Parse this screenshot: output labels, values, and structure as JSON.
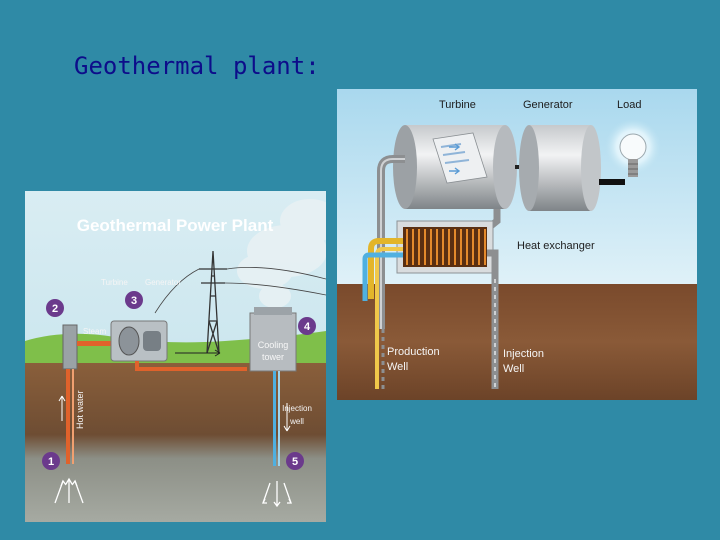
{
  "slide": {
    "title": "Geothermal plant:"
  },
  "left_diagram": {
    "title": "Geothermal Power Plant",
    "labels": {
      "turbine": "Turbine",
      "generator": "Generator",
      "steam": "Steam",
      "cooling_tower_1": "Cooling",
      "cooling_tower_2": "tower",
      "hot_water": "Hot water",
      "injection_well_1": "Injection",
      "injection_well_2": "well"
    },
    "steps": [
      "1",
      "2",
      "3",
      "4",
      "5"
    ]
  },
  "right_diagram": {
    "labels": {
      "turbine": "Turbine",
      "generator": "Generator",
      "load": "Load",
      "heat_exchanger": "Heat exchanger",
      "production_well_1": "Production",
      "production_well_2": "Well",
      "injection_well_1": "Injection",
      "injection_well_2": "Well"
    }
  },
  "colors": {
    "background": "#2f8aa6",
    "title": "#0d0d8a",
    "step_badge": "#6b3a8c",
    "hot_pipe": "#e0622b",
    "cold_pipe": "#4fb0e0"
  }
}
